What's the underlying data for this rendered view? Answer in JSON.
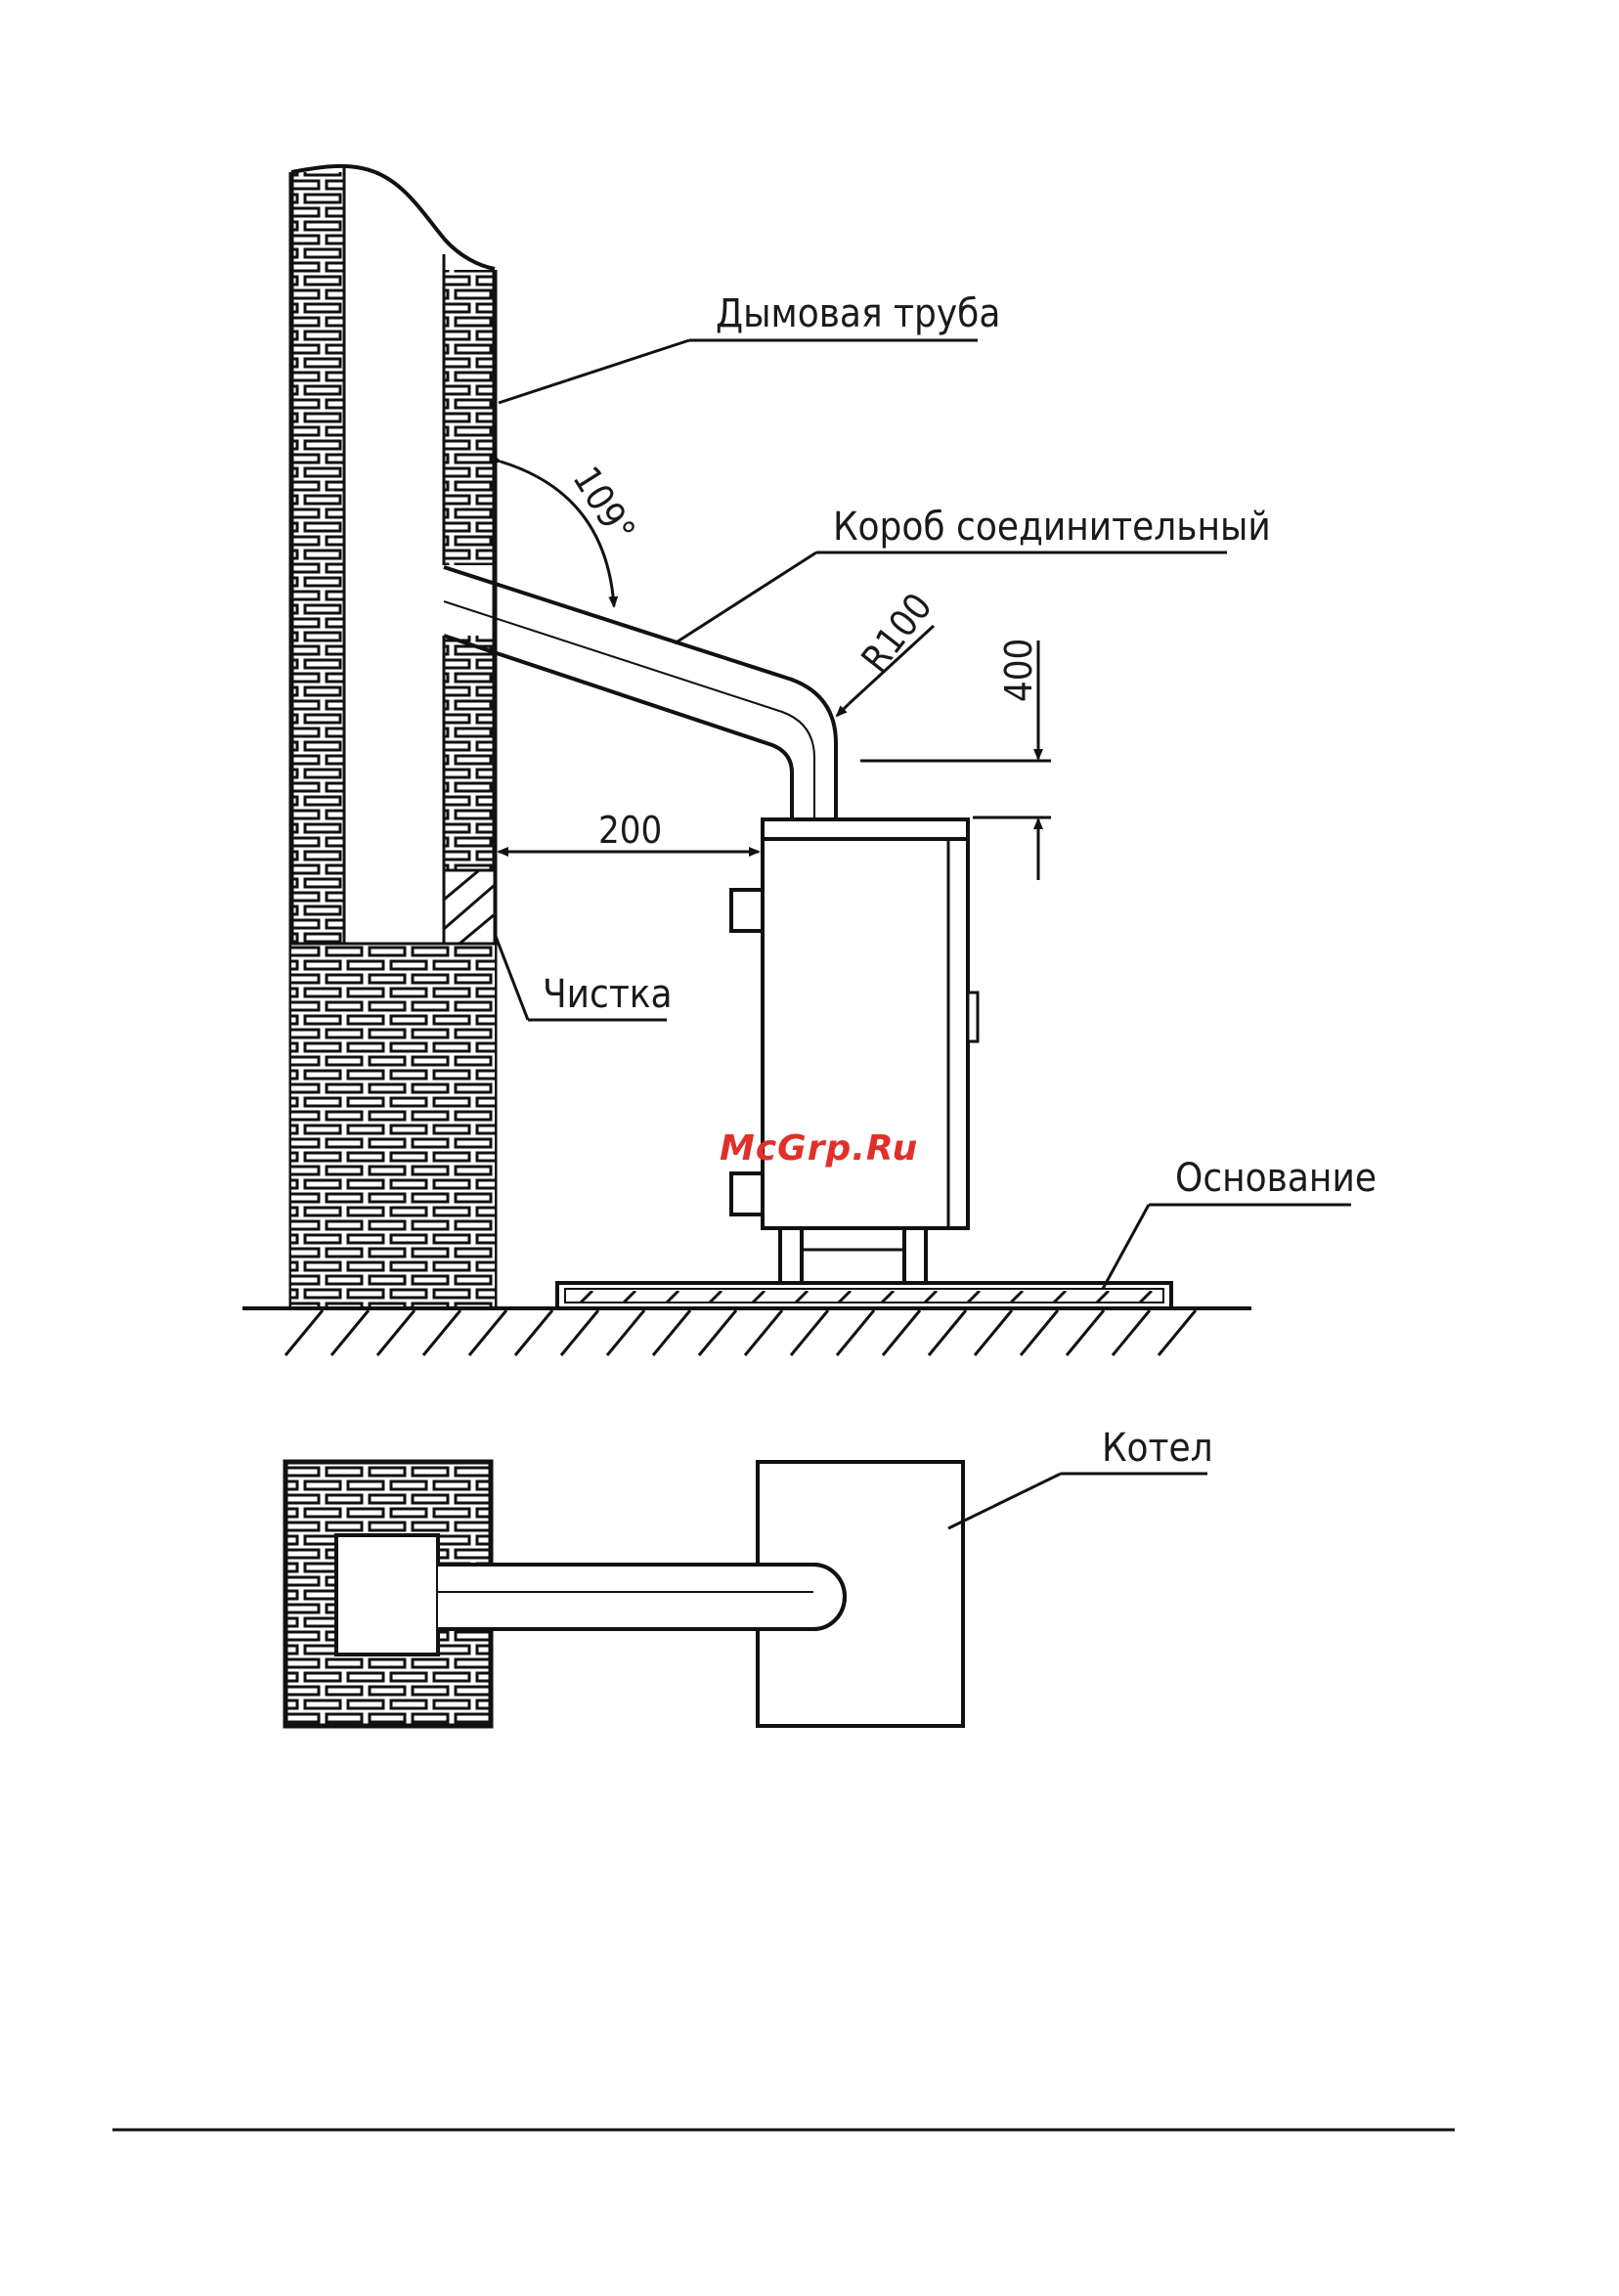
{
  "labels": {
    "chimney": "Дымовая труба",
    "connector": "Короб соединительный",
    "cleaning": "Чистка",
    "base": "Основание",
    "boiler": "Котел"
  },
  "dimensions": {
    "angle": "109°",
    "radius": "R100",
    "height": "400",
    "distance": "200"
  },
  "watermark": "McGrp.Ru",
  "colors": {
    "line": "#111111",
    "watermark": "#e0302a"
  }
}
